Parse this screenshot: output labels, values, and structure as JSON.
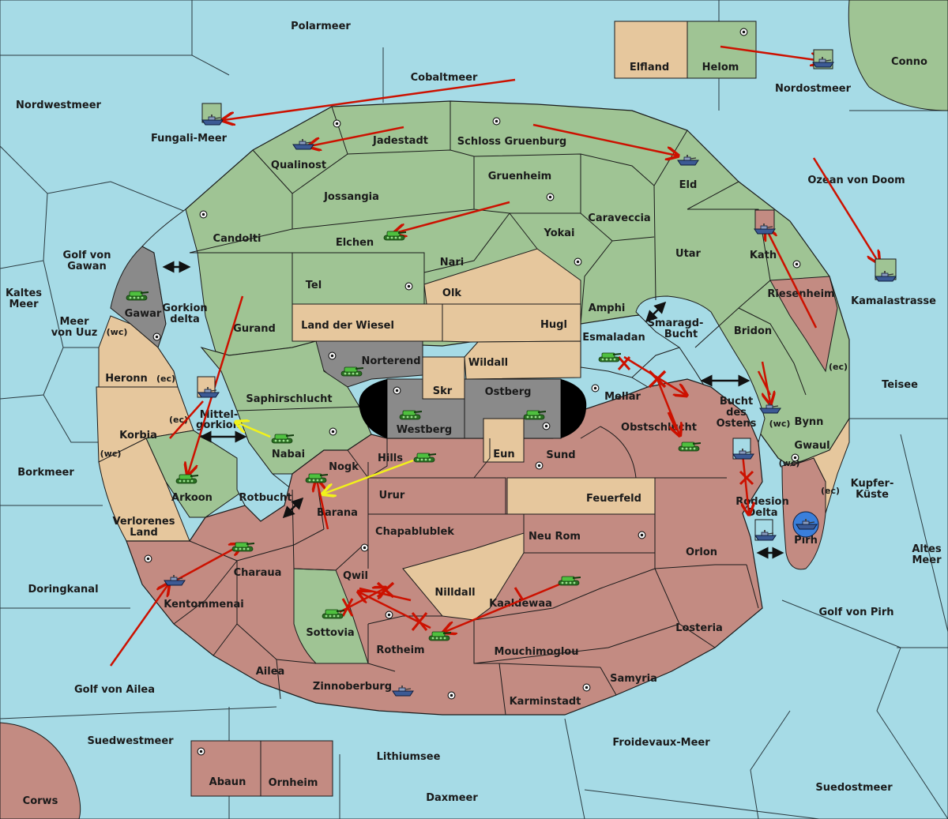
{
  "colors": {
    "sea": "#a6dbe6",
    "neutral_land": "#9fc494",
    "player_red": "#c38b82",
    "player_tan": "#e6c79d",
    "impassable": "#8a8a8a",
    "border": "#1a1a1a",
    "order_arrow": "#cc1100",
    "support_arrow": "#f2f21a",
    "army_unit": "#36a62c",
    "fleet_unit": "#3c5a94"
  },
  "icons": {
    "army": "tank-icon",
    "fleet": "battleship-icon",
    "supply_center": "dot-circle-icon",
    "dislodged_order": "red-x-icon",
    "link": "double-arrow-icon"
  },
  "labels": {
    "polarmeer": "Polarmeer",
    "cobaltmeer": "Cobaltmeer",
    "nordwestmeer": "Nordwestmeer",
    "elfland": "Elfland",
    "helom": "Helom",
    "nordostmeer": "Nordostmeer",
    "conno": "Conno",
    "fungali": "Fungali-Meer",
    "qualinost": "Qualinost",
    "jadestadt": "Jadestadt",
    "schloss": "Schloss Gruenburg",
    "eld": "Eld",
    "ozean": "Ozean von Doom",
    "jossangia": "Jossangia",
    "gruenheim": "Gruenheim",
    "caraveccia": "Caraveccia",
    "candolti": "Candolti",
    "elchen": "Elchen",
    "yokai": "Yokai",
    "utar": "Utar",
    "kath": "Kath",
    "kamalastrasse": "Kamalastrasse",
    "golfgawan_a": "Golf von",
    "golfgawan_b": "Gawan",
    "kaltes_a": "Kaltes",
    "kaltes_b": "Meer",
    "nari": "Nari",
    "tel": "Tel",
    "olk": "Olk",
    "gurand": "Gurand",
    "gawar": "Gawar",
    "gorkion_a": "Gorkion",
    "gorkion_b": "delta",
    "meeruuz_a": "Meer",
    "meeruuz_b": "von Uuz",
    "wc": "(wc)",
    "ec": "(ec)",
    "amphi": "Amphi",
    "riesenheim": "Riesenheim",
    "landwiesel": "Land der Wiesel",
    "hugl": "Hugl",
    "smaragd_a": "Smaragd-",
    "smaragd_b": "Bucht",
    "bridon": "Bridon",
    "esmaladan": "Esmaladan",
    "heronn": "Heronn",
    "norterend": "Norterend",
    "wildall": "Wildall",
    "teisee": "Teisee",
    "skr": "Skr",
    "ostberg": "Ostberg",
    "mellar": "Mellar",
    "saphirschlucht": "Saphirschlucht",
    "bucht_a": "Bucht",
    "bucht_b": "des",
    "bucht_c": "Ostens",
    "bynn": "Bynn",
    "mittel_a": "Mittel-",
    "mittel_b": "gorkion",
    "westberg": "Westberg",
    "obstschlucht": "Obstschlucht",
    "korbia": "Korbia",
    "gwaul": "Gwaul",
    "nabai": "Nabai",
    "hills": "Hills",
    "eun": "Eun",
    "sund": "Sund",
    "kupfer_a": "Kupfer-",
    "kupfer_b": "Küste",
    "borkmeer": "Borkmeer",
    "nogk": "Nogk",
    "rotbucht": "Rotbucht",
    "urur": "Urur",
    "feuerfeld": "Feuerfeld",
    "arkoon": "Arkoon",
    "rodesion_a": "Rodesion",
    "rodesion_b": "Delta",
    "verloren_a": "Verlorenes",
    "verloren_b": "Land",
    "barana": "Barana",
    "chapablublek": "Chapablublek",
    "neurom": "Neu Rom",
    "pirh": "Pirh",
    "altes_a": "Altes",
    "altes_b": "Meer",
    "orlon": "Orlon",
    "charaua": "Charaua",
    "qwil": "Qwil",
    "nilldall": "Nilldall",
    "doringkanal": "Doringkanal",
    "kentommenai": "Kentommenai",
    "kaaldewaa": "Kaaldewaa",
    "golfpirh": "Golf von Pirh",
    "sottovia": "Sottovia",
    "losteria": "Losteria",
    "rotheim": "Rotheim",
    "mouchimoglou": "Mouchimoglou",
    "ailea": "Ailea",
    "golfailea": "Golf von Ailea",
    "samyria": "Samyria",
    "zinnoberburg": "Zinnoberburg",
    "karminstadt": "Karminstadt",
    "suedwestmeer": "Suedwestmeer",
    "froidevaux": "Froidevaux-Meer",
    "lithiumsee": "Lithiumsee",
    "abaun": "Abaun",
    "ornheim": "Ornheim",
    "suedostmeer": "Suedostmeer",
    "corws": "Corws",
    "daxmeer": "Daxmeer"
  }
}
